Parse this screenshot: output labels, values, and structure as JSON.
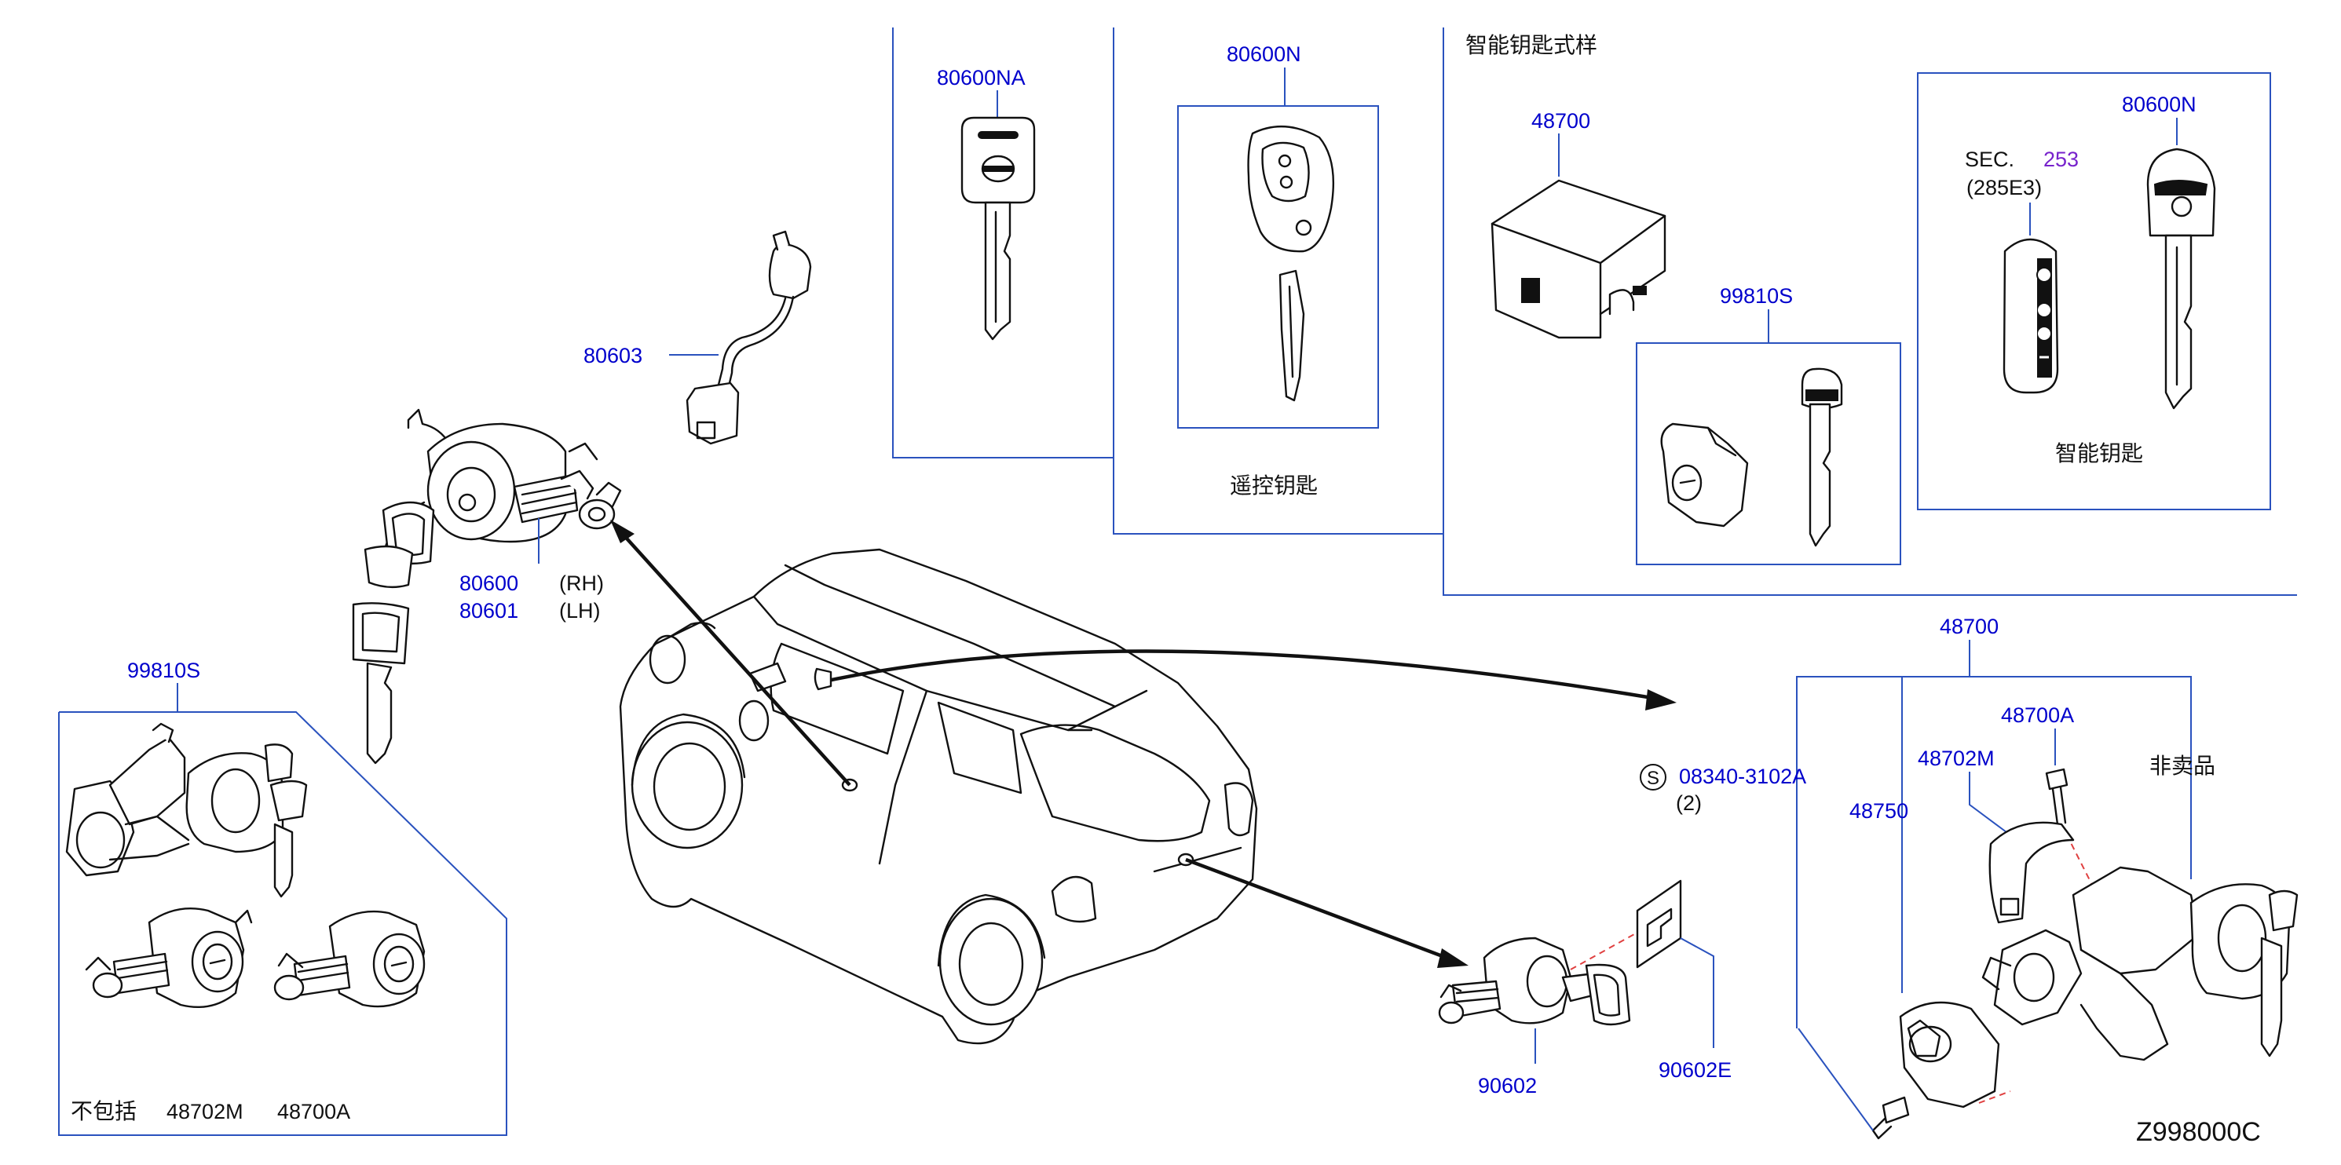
{
  "top_panel": {
    "title": "智能钥匙式样",
    "remote_key_caption": "遥控钥匙",
    "smart_key_caption": "智能钥匙",
    "sec_label": "SEC.",
    "sec_number": "253",
    "sec_sub": "(285E3)"
  },
  "parts": {
    "key_blank": "80600NA",
    "remote_key": "80600N",
    "smart_key_emergency": "80600N",
    "steering_lock_top": "48700",
    "cylinder_set_top": "99810S",
    "harness": "80603",
    "door_lock_rh": "80600",
    "door_lock_lh": "80601",
    "rh_suffix": "(RH)",
    "lh_suffix": "(LH)",
    "cylinder_set_left": "99810S",
    "tail_lock": "90602",
    "tail_gasket": "90602E",
    "steering_lock": "48700",
    "steering_lock_bolt": "48700A",
    "steering_cover": "48702M",
    "steering_lock_body": "48750",
    "screw": "08340-3102A",
    "screw_qty": "(2)",
    "screw_symbol": "S",
    "not_for_sale": "非卖品"
  },
  "left_panel": {
    "excludes_label": "不包括",
    "excluded_1": "48702M",
    "excluded_2": "48700A"
  },
  "diagram_code": "Z998000C"
}
